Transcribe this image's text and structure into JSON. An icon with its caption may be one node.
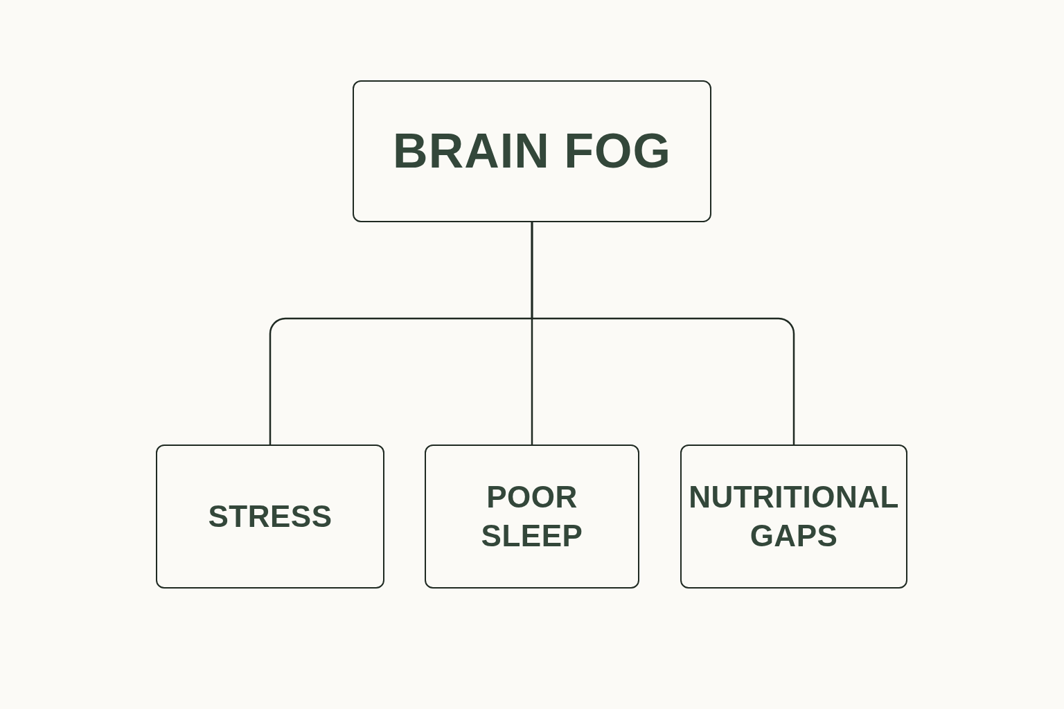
{
  "diagram": {
    "nodes": [
      {
        "text": [
          "BRAIN FOG"
        ]
      },
      {
        "text": [
          "STRESS"
        ]
      },
      {
        "text": [
          "POOR SLEEP"
        ]
      },
      {
        "text": [
          "NUTRITIONAL GAPS"
        ]
      }
    ],
    "edges": [
      {
        "from": 0,
        "to": 1,
        "arrow": "none"
      },
      {
        "from": 0,
        "to": 2,
        "arrow": "none"
      },
      {
        "from": 0,
        "to": 3,
        "arrow": "none"
      }
    ]
  }
}
